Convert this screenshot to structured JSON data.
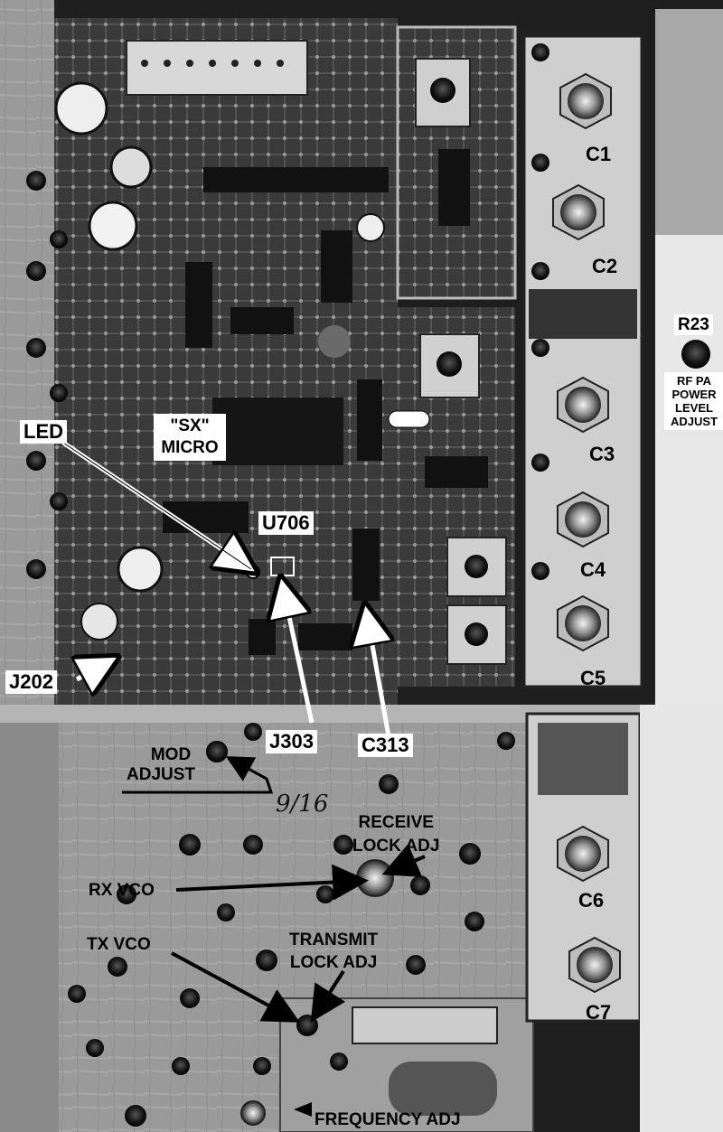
{
  "labels": {
    "led": "LED",
    "sx_line1": "\"SX\"",
    "sx_line2": "MICRO",
    "u706": "U706",
    "j202": "J202",
    "j303": "J303",
    "c313": "C313",
    "mod_line1": "MOD",
    "mod_line2": "ADJUST",
    "receive_line1": "RECEIVE",
    "receive_line2": "LOCK ADJ",
    "rx_vco": "RX VCO",
    "transmit_line1": "TRANSMIT",
    "transmit_line2": "LOCK ADJ",
    "tx_vco": "TX VCO",
    "frequency_adj": "FREQUENCY ADJ",
    "r23": "R23",
    "rfpa_line1": "RF PA",
    "rfpa_line2": "POWER",
    "rfpa_line3": "LEVEL",
    "rfpa_line4": "ADJUST",
    "c1": "C1",
    "c2": "C2",
    "c3": "C3",
    "c4": "C4",
    "c5": "C5",
    "c6": "C6",
    "c7": "C7",
    "handwritten": "9/16"
  },
  "colors": {
    "background": "#ffffff",
    "metal_dark": "#2b2b2b",
    "metal_mid": "#8c8c8c",
    "metal_light": "#d9d9d9",
    "label_text": "#000000",
    "label_bg": "#ffffff"
  }
}
